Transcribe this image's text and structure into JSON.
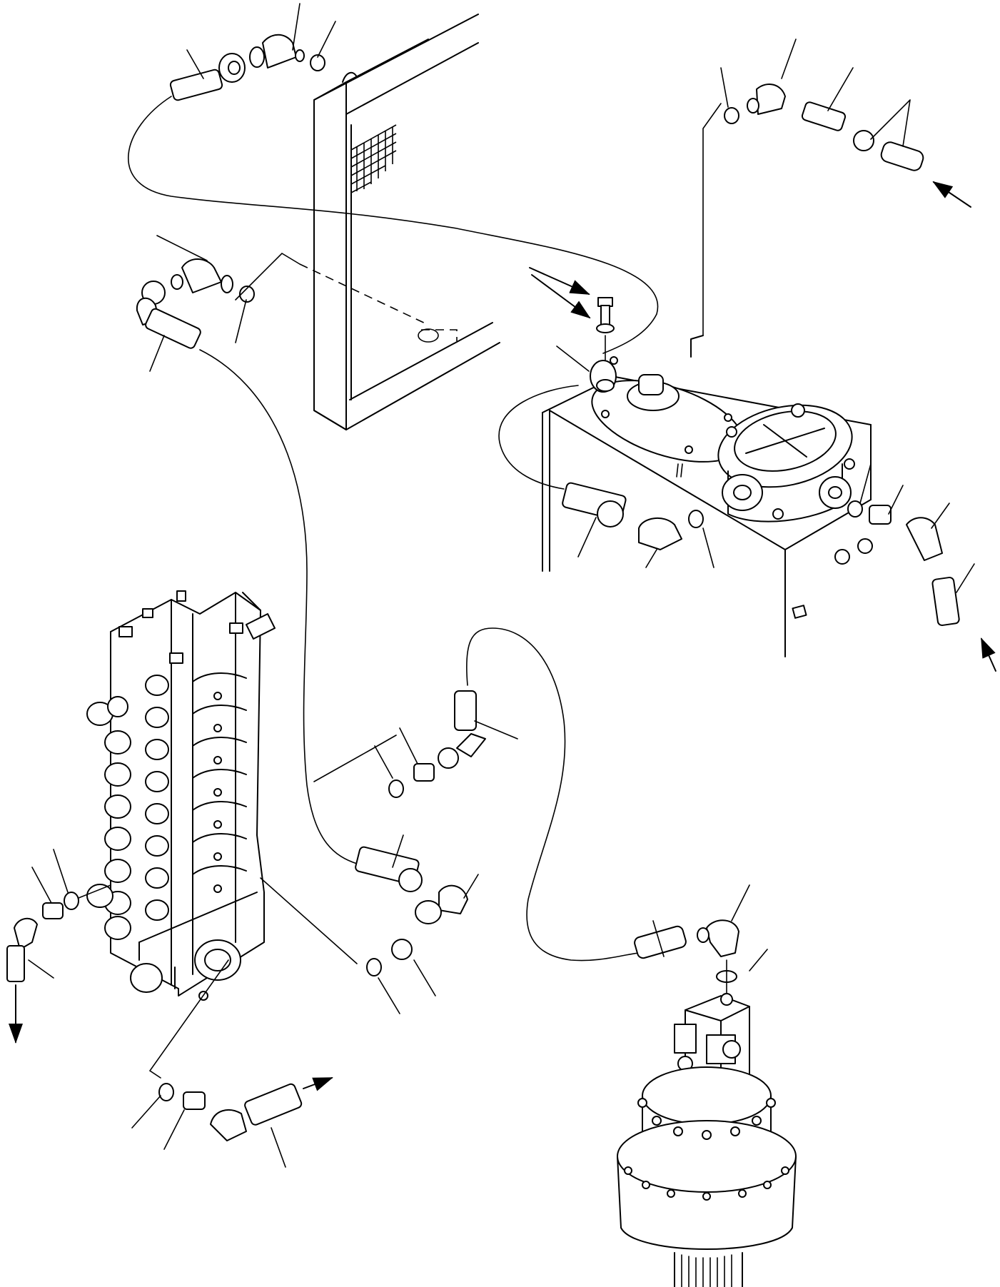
{
  "diagram": {
    "components": [
      {
        "name": "radiator-panel",
        "icon": "radiator-grid-icon"
      },
      {
        "name": "hydraulic-tank",
        "icon": "tank-with-strainer-cover-icon"
      },
      {
        "name": "control-valve-assembly",
        "icon": "stacked-valve-block-icon"
      },
      {
        "name": "swing-motor",
        "icon": "swing-motor-gearbox-icon"
      }
    ],
    "flow_arrows": [
      "inlet-arrow-upper-right",
      "inlet-arrow-lower-right",
      "outlet-arrow-left-down",
      "outlet-arrow-bottom-right",
      "bolt-washer-arrows"
    ],
    "fittings": [
      "elbow",
      "hose-end",
      "o-ring",
      "adapter-nipple",
      "clamp",
      "bolt",
      "washer"
    ],
    "colors": {
      "ink": "#000000",
      "paper": "#ffffff"
    }
  }
}
